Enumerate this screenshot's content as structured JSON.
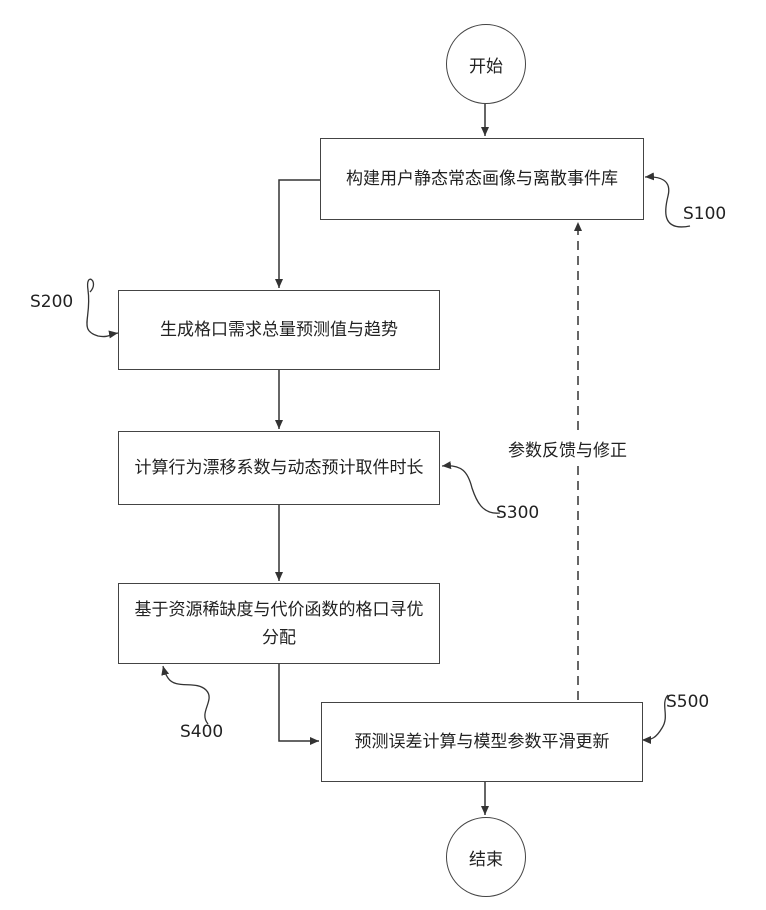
{
  "nodes": {
    "start": "开始",
    "end": "结束",
    "s100_box": "构建用户静态常态画像与离散事件库",
    "s200_box": "生成格口需求总量预测值与趋势",
    "s300_box": "计算行为漂移系数与动态预计取件时长",
    "s400_box": "基于资源稀缺度与代价函数的格口寻优分配",
    "s500_box": "预测误差计算与模型参数平滑更新"
  },
  "step_labels": {
    "s100": "S100",
    "s200": "S200",
    "s300": "S300",
    "s400": "S400",
    "s500": "S500"
  },
  "feedback_label": "参数反馈与修正"
}
